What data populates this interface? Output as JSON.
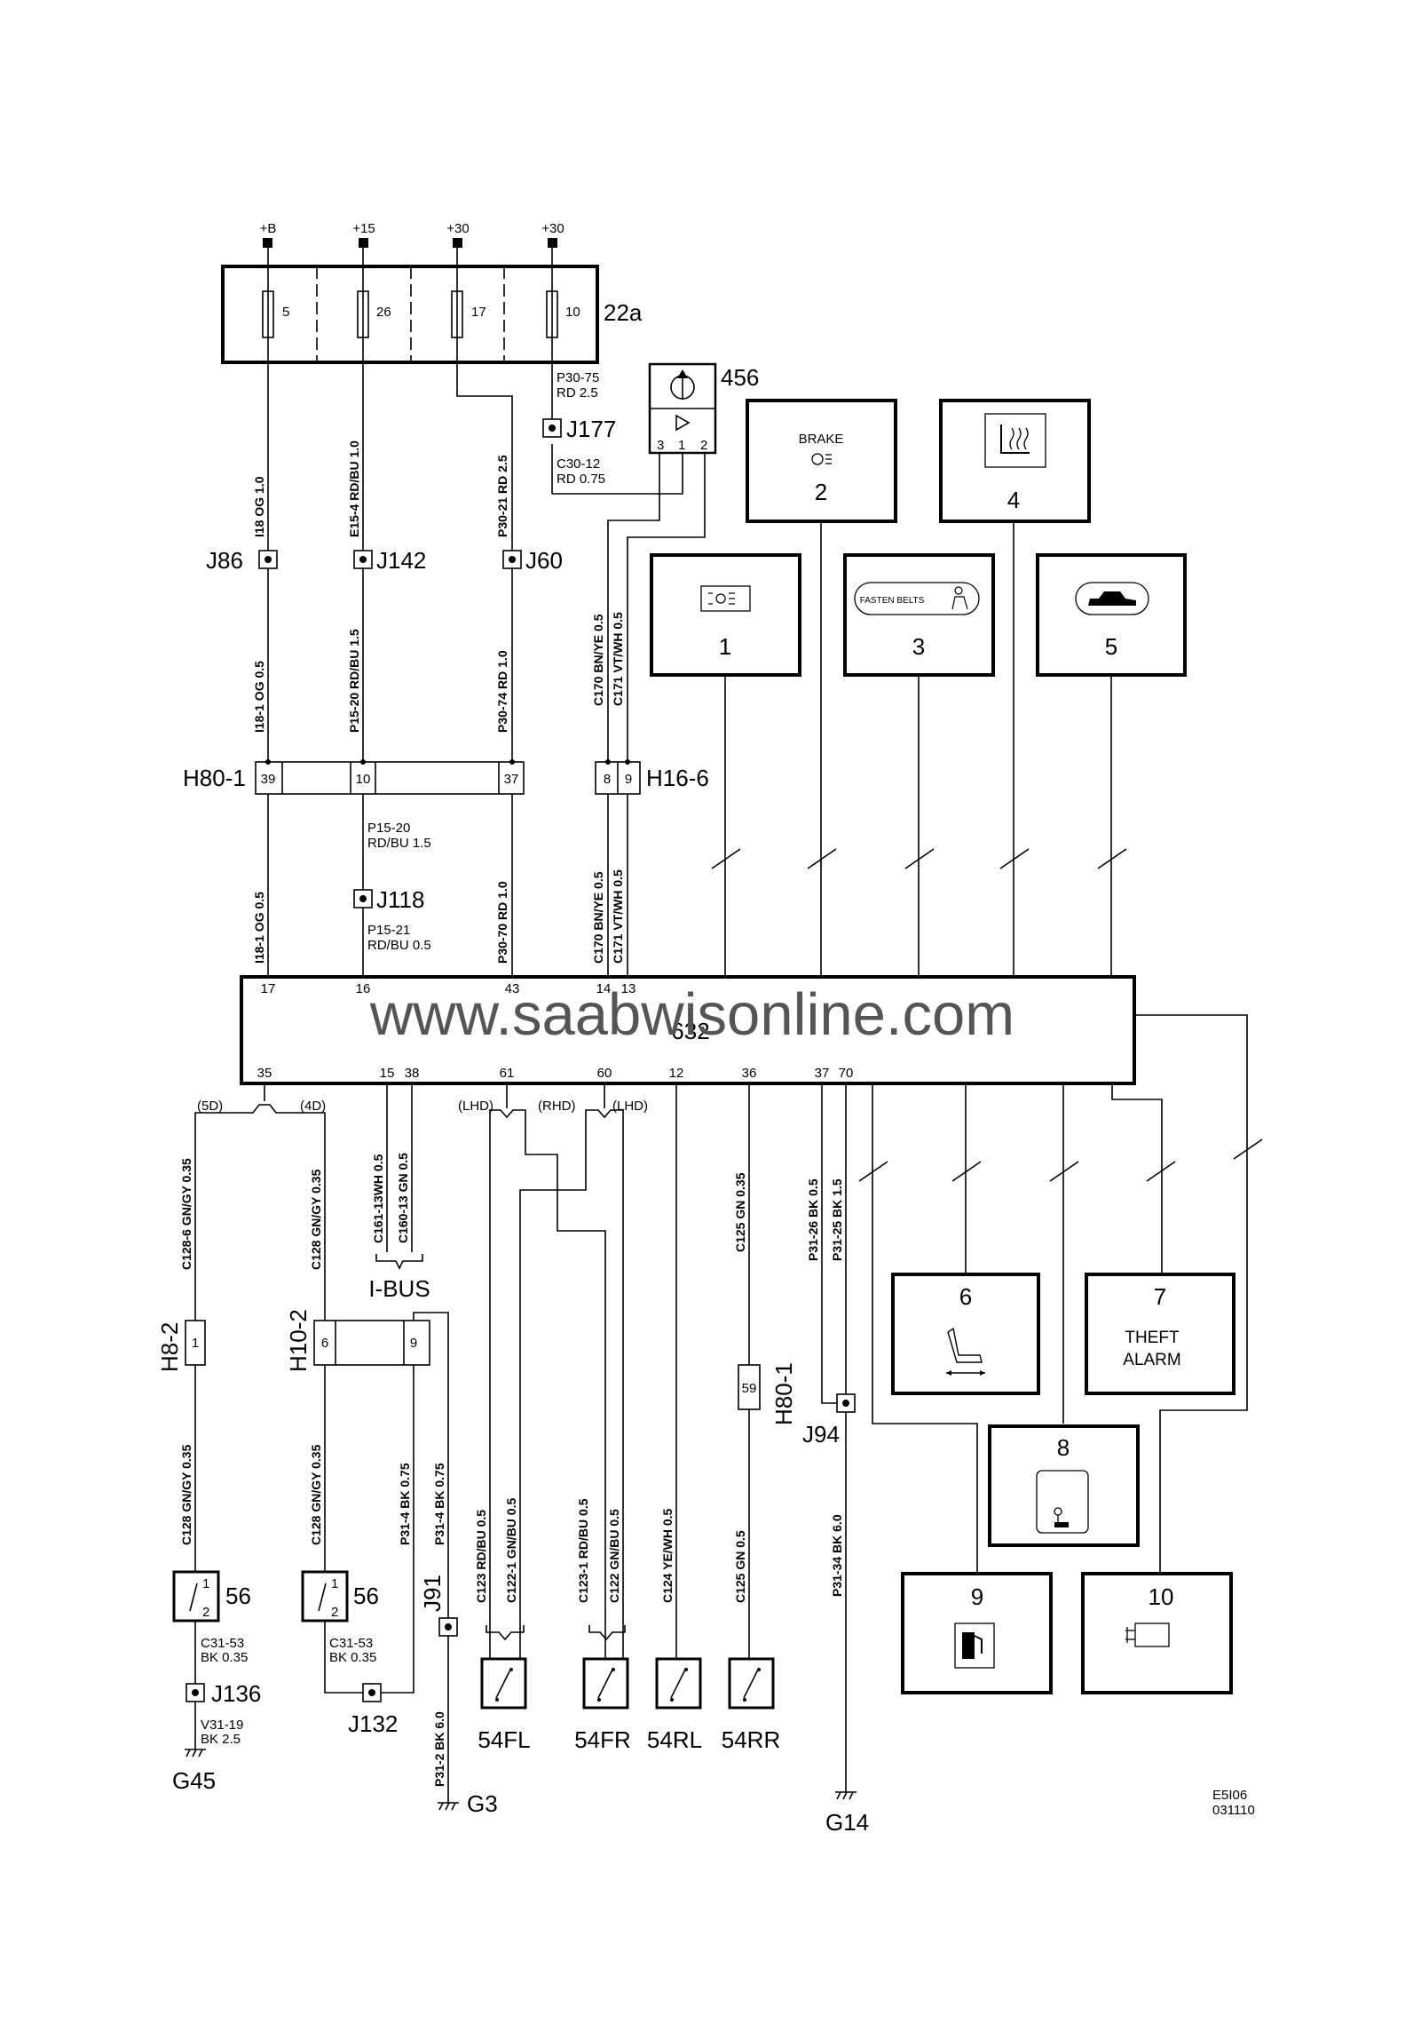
{
  "supplies": [
    "+B",
    "+15",
    "+30",
    "+30"
  ],
  "fusebox": {
    "id": "22a",
    "fuses": [
      "5",
      "26",
      "17",
      "10"
    ]
  },
  "wires_upper": {
    "w1a": "I18 OG 1.0",
    "w2a": "E15-4 RD/BU 1.0",
    "w3a": "P30-21 RD 2.5",
    "w1b": "I18-1 OG 0.5",
    "w2b": "P15-20 RD/BU 1.5",
    "w3b": "P30-74 RD 1.0",
    "w5a": "C170 BN/YE 0.5",
    "w6a": "C171 VT/WH 0.5",
    "w1c": "I18-1 OG 0.5",
    "w3c": "P30-70 RD 1.0",
    "w5c": "C170 BN/YE 0.5",
    "w6c": "C171 VT/WH 0.5",
    "p3075a": "P30-75",
    "p3075b": "RD  2.5",
    "c3012a": "C30-12",
    "c3012b": "RD 0.75",
    "p1520a": "P15-20",
    "p1520b": "RD/BU 1.5",
    "p1521a": "P15-21",
    "p1521b": "RD/BU 0.5"
  },
  "junctions": {
    "j86": "J86",
    "j142": "J142",
    "j60": "J60",
    "j177": "J177",
    "j118": "J118",
    "j94": "J94",
    "j91": "J91",
    "j136": "J136",
    "j132": "J132"
  },
  "connectors": {
    "h80_1": "H80-1",
    "h80_1_pins": [
      "39",
      "10",
      "37"
    ],
    "h16_6": "H16-6",
    "h16_6_pins": [
      "8",
      "9"
    ],
    "h8_2": "H8-2",
    "h8_2_pin": "1",
    "h10_2": "H10-2",
    "h10_2_pins": [
      "6",
      "9"
    ],
    "h80_1b": "H80-1",
    "h80_1b_pin": "59"
  },
  "sensor456": {
    "id": "456",
    "pins": [
      "3",
      "1",
      "2"
    ]
  },
  "lamps": {
    "l1": "1",
    "l2": "2",
    "l2_text": "BRAKE",
    "l3": "3",
    "l3_text": "FASTEN BELTS",
    "l4": "4",
    "l5": "5",
    "l6": "6",
    "l7": "7",
    "l7_text1": "THEFT",
    "l7_text2": "ALARM",
    "l8": "8",
    "l9": "9",
    "l10": "10"
  },
  "ecu": {
    "id": "632",
    "pins_top": [
      "17",
      "16",
      "43",
      "14",
      "13"
    ],
    "pins_bottom": [
      "35",
      "15",
      "38",
      "61",
      "60",
      "12",
      "36",
      "37",
      "70"
    ]
  },
  "watermark": "www.saabwisonline.com",
  "variants": {
    "v5d": "(5D)",
    "v4d": "(4D)",
    "lhd1": "(LHD)",
    "rhd": "(RHD)",
    "lhd2": "(LHD)"
  },
  "wires_lower": {
    "c1286a": "C128-6 GN/GY 0.35",
    "c128a": "C128 GN/GY 0.35",
    "c16113": "C161-13WH 0.5",
    "c16013": "C160-13 GN 0.5",
    "c125a": "C125 GN 0.35",
    "p3126": "P31-26 BK 0.5",
    "p3125": "P31-25 BK 1.5",
    "c1286b": "C128 GN/GY 0.35",
    "c128b": "C128 GN/GY 0.35",
    "p314a": "P31-4 BK 0.75",
    "p314b": "P31-4 BK 0.75",
    "c123": "C123 RD/BU 0.5",
    "c1221": "C122-1 GN/BU 0.5",
    "c1231": "C123-1 RD/BU 0.5",
    "c122": "C122 GN/BU 0.5",
    "c124": "C124 YE/WH 0.5",
    "c125b": "C125 GN 0.5",
    "p3134": "P31-34 BK 6.0",
    "p312": "P31-2 BK 6.0",
    "c3153a1": "C31-53",
    "c3153a2": "BK 0.35",
    "c3153b1": "C31-53",
    "c3153b2": "BK 0.35",
    "v3119a": "V31-19",
    "v3119b": "BK 2.5"
  },
  "ibus": "I-BUS",
  "switches": {
    "s56a": "56",
    "s56b": "56",
    "pin1": "1",
    "pin2": "2",
    "fl": "54FL",
    "fr": "54FR",
    "rl": "54RL",
    "rr": "54RR"
  },
  "grounds": {
    "g45": "G45",
    "g3": "G3",
    "g14": "G14"
  },
  "footer": {
    "code": "E5I06",
    "date": "031110"
  }
}
